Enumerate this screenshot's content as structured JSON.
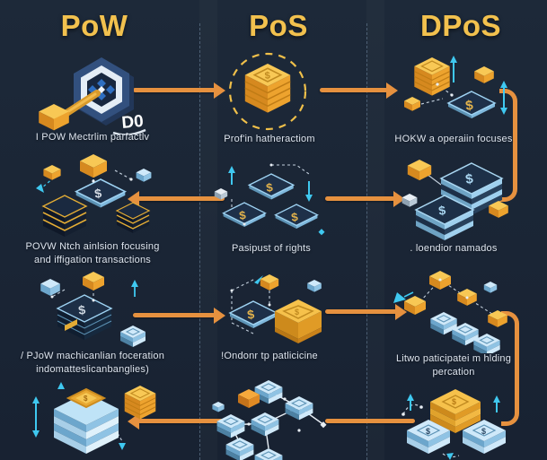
{
  "title": "PoW vs PoS vs DPoS consensus comparison diagram",
  "colors": {
    "background": "#1b2637",
    "header_gold": "#f2c14e",
    "arrow_orange": "#e6913f",
    "caption_text": "#dde4ee",
    "divider": "#96b6d2",
    "cyan_accent": "#3fc8f0",
    "gold_block": "#f0ab35",
    "light_blue_block": "#a6d3ef",
    "dark_platform": "#1e3049"
  },
  "glyphs": {
    "dollar": "$"
  },
  "header": {
    "pow": "PoW",
    "pos": "PoS",
    "dpos": "DPoS"
  },
  "cells": {
    "pow_row1": {
      "icon": "hex-badge-pickaxe-icon",
      "badge": "D0",
      "caption": "I POW Mectrlim parfactlv"
    },
    "pos_row1": {
      "icon": "gold-stack-dashed-circle-icon",
      "caption": "Prof'in hatheractiom"
    },
    "dpos_row1": {
      "icon": "gold-stacks-dollar-platform-icon",
      "caption": "HOKW a operaiin focuses"
    },
    "pow_row2": {
      "icon": "cubes-dollar-platform-stacks-icon",
      "caption_line1": "POVW Ntch ainlsion focusing",
      "caption_line2": "and iffigation transactions"
    },
    "pos_row2": {
      "icon": "three-dollar-platforms-icon",
      "caption": "Pasipust of rights"
    },
    "dpos_row2": {
      "icon": "layered-dollar-stacks-icon",
      "caption": ". loendior namados"
    },
    "pow_row3": {
      "icon": "dark-stack-dollar-cubes-icon",
      "caption_line1": "/ PJoW machicanlian foceration",
      "caption_line2": "indomatteslicanbanglies)"
    },
    "pos_row3": {
      "icon": "dollar-platform-gold-block-icon",
      "caption": "!Ondonr tp patlicicine"
    },
    "dpos_row3": {
      "icon": "gold-cubes-blue-tiles-icon",
      "caption_line1": "Litwo paticipatei m hlding",
      "caption_line2": "percation"
    },
    "pow_row4": {
      "icon": "blue-stack-gold-coin-icon"
    },
    "pos_row4": {
      "icon": "network-tiles-orange-cube-icon"
    },
    "dpos_row4": {
      "icon": "gold-blue-dollar-stack-tiles-icon"
    }
  }
}
